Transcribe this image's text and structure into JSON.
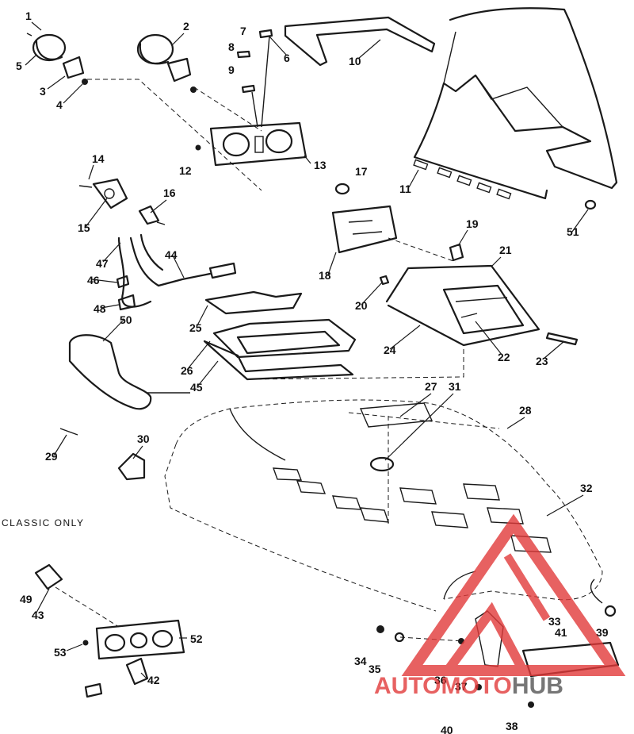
{
  "callouts": [
    "1",
    "2",
    "3",
    "4",
    "5",
    "6",
    "7",
    "8",
    "9",
    "10",
    "11",
    "12",
    "13",
    "14",
    "15",
    "16",
    "17",
    "18",
    "19",
    "20",
    "21",
    "22",
    "23",
    "24",
    "25",
    "26",
    "27",
    "28",
    "29",
    "30",
    "31",
    "32",
    "33",
    "34",
    "35",
    "36",
    "37",
    "38",
    "39",
    "40",
    "41",
    "42",
    "43",
    "44",
    "45",
    "46",
    "47",
    "48",
    "49",
    "50",
    "51",
    "52",
    "53"
  ],
  "caption": "CLASSIC ONLY",
  "watermark": {
    "part1": "AUTO",
    "part2": "MOTO",
    "part3": "HUB",
    "color_main": "#e23a3a",
    "color_hub": "#555555"
  },
  "colors": {
    "line": "#1a1a1a",
    "background": "#ffffff"
  }
}
